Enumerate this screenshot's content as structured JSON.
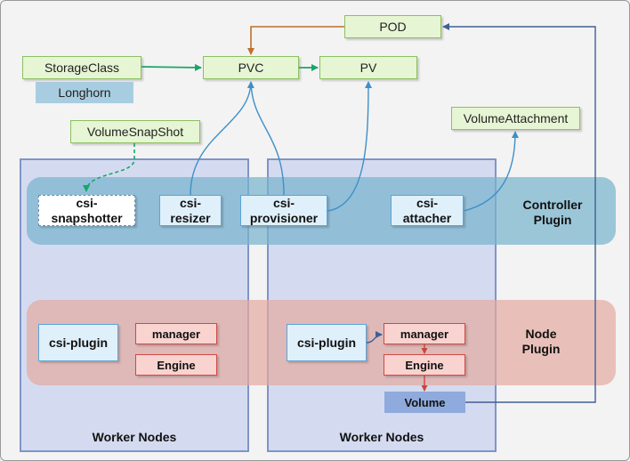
{
  "nodes": {
    "pod": "POD",
    "storage_class": "StorageClass",
    "pvc": "PVC",
    "pv": "PV",
    "longhorn": "Longhorn",
    "volume_snapshot": "VolumeSnapShot",
    "volume_attachment": "VolumeAttachment"
  },
  "controller": {
    "label": "Controller\nPlugin",
    "snapshotter": "csi-\nsnapshotter",
    "resizer": "csi-\nresizer",
    "provisioner": "csi-\nprovisioner",
    "attacher": "csi-\nattacher"
  },
  "node_plugin": {
    "label": "Node\nPlugin",
    "left": {
      "csi_plugin": "csi-plugin",
      "manager": "manager",
      "engine": "Engine"
    },
    "right": {
      "csi_plugin": "csi-plugin",
      "manager": "manager",
      "engine": "Engine",
      "volume": "Volume"
    }
  },
  "worker_nodes": [
    "Worker Nodes",
    "Worker Nodes"
  ],
  "colors": {
    "green_arrow": "#1aa56a",
    "blue_arrow": "#3f8fc8",
    "orange_arrow": "#c0702a",
    "red_arrow": "#c8453c",
    "navy_arrow": "#3f5f95"
  }
}
